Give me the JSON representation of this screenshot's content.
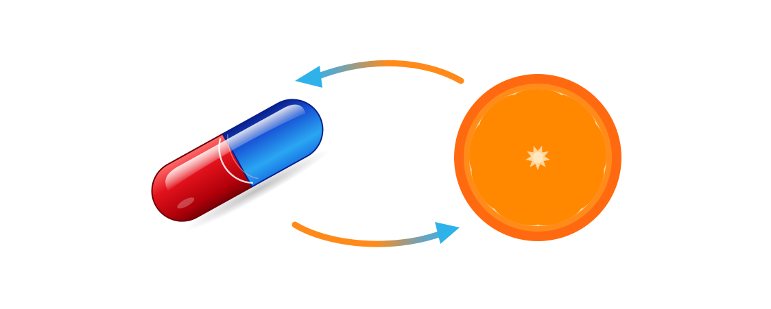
{
  "diagram": {
    "nodes": [
      {
        "id": "capsule",
        "icon": "capsule-pill-icon"
      },
      {
        "id": "orange",
        "icon": "orange-slice-icon"
      }
    ],
    "edges": [
      {
        "from": "orange",
        "to": "capsule",
        "icon": "arrow-left-icon"
      },
      {
        "from": "capsule",
        "to": "orange",
        "icon": "arrow-right-icon"
      }
    ]
  },
  "colors": {
    "background": "#ffffff",
    "capsule_red": "#d0101a",
    "capsule_red_dark": "#7a0006",
    "capsule_blue": "#1a78e6",
    "capsule_blue_dark": "#07259e",
    "orange_rind": "#ff6a10",
    "orange_pith": "#ffd59a",
    "orange_segment": "#ff8800",
    "arrow_orange": "#ff8a1a",
    "arrow_blue": "#2fb2ea"
  }
}
